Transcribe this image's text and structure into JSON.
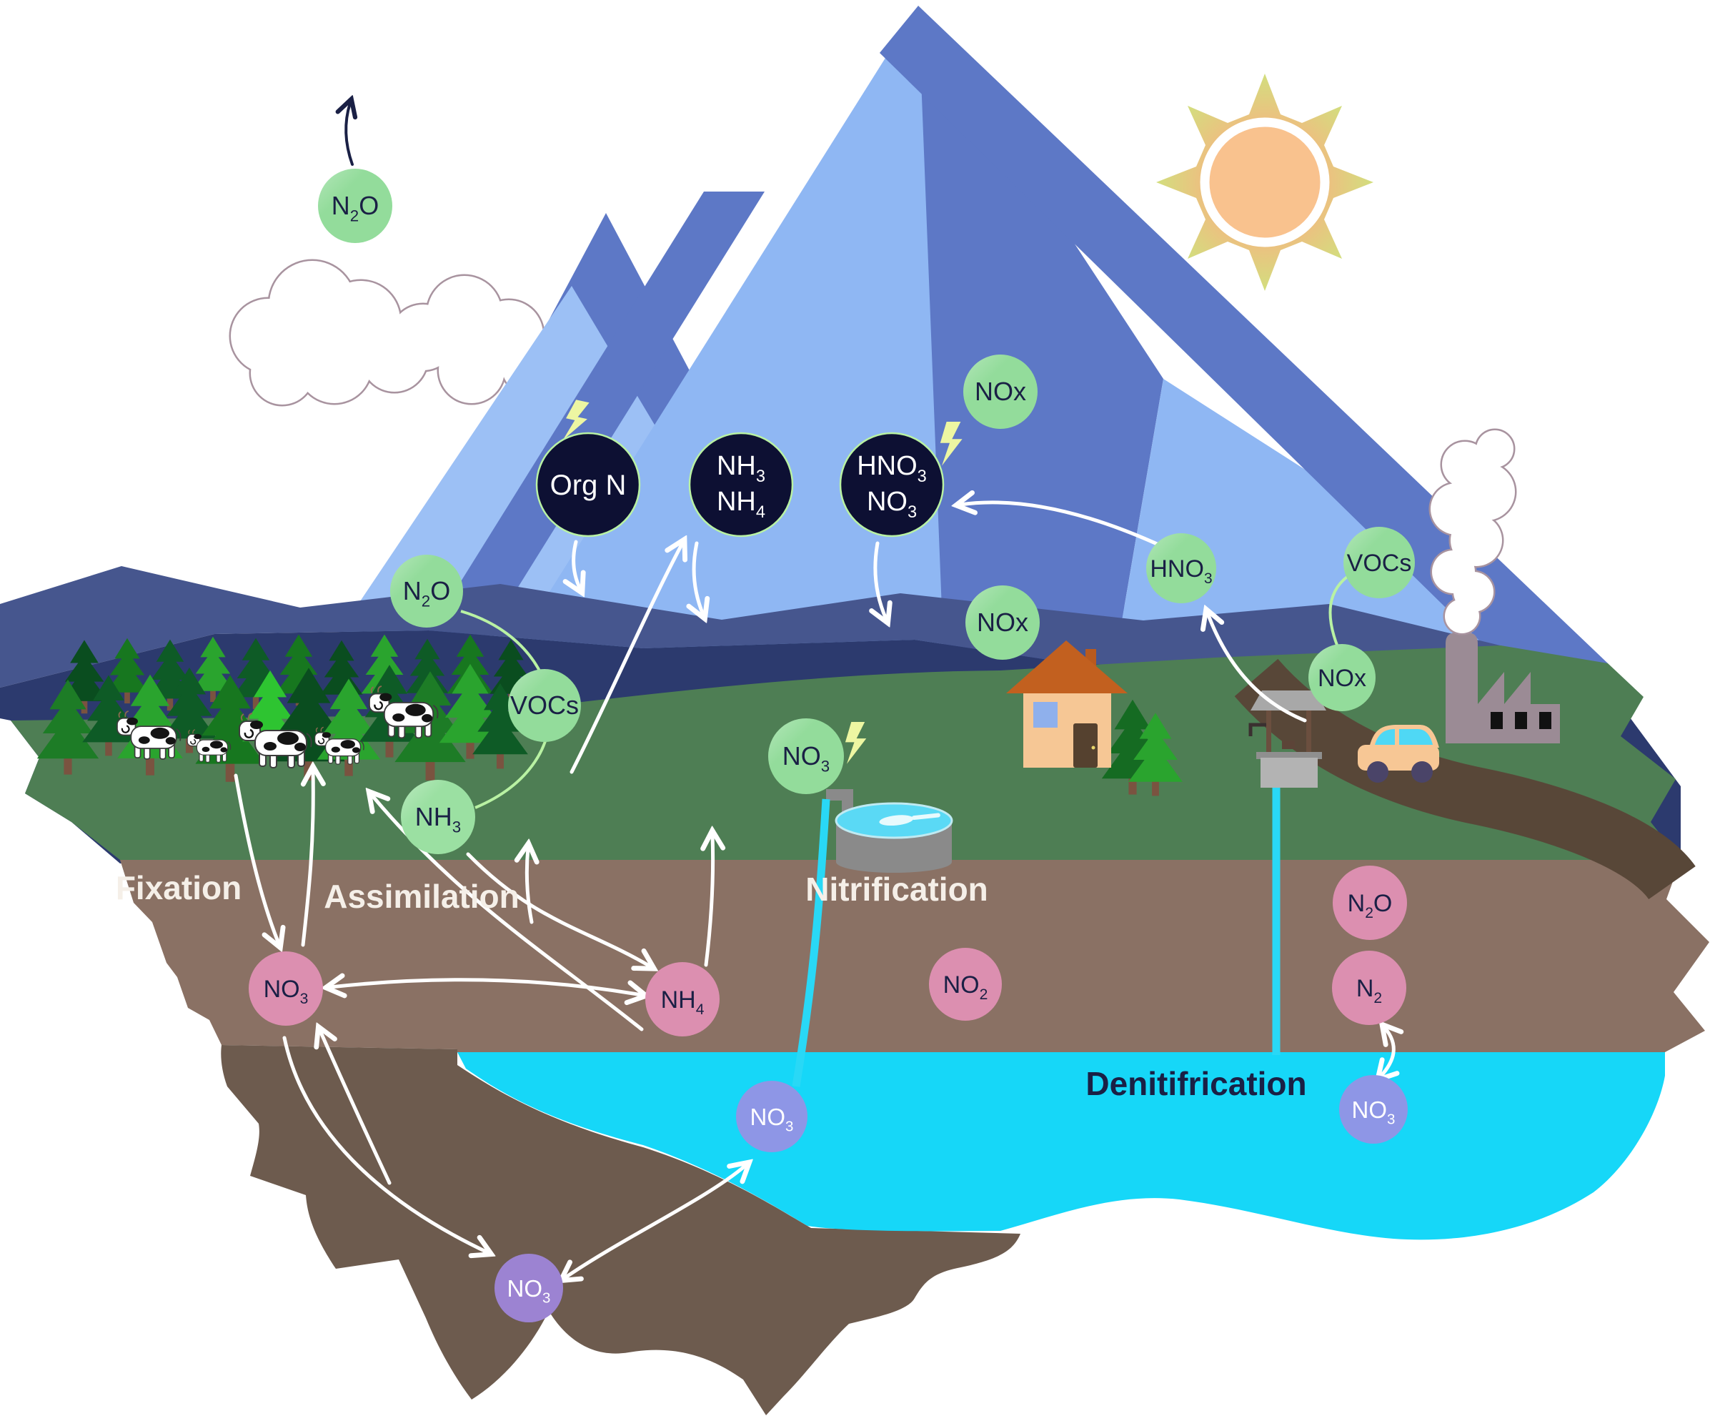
{
  "figure": {
    "kind": "nitrogen-cycle-landscape-diagram",
    "process_labels": {
      "fixation": "Fixation",
      "assimilation": "Assimilation",
      "nitrification": "Nitrification",
      "denitrification": "Denitifrication"
    },
    "nodes": {
      "n2o_sky": "N2O",
      "org_n": "Org N",
      "amm_line1": "NH3",
      "amm_line2": "NH4",
      "acid_line1": "HNO3",
      "acid_line2": "NO3",
      "nox_peak": "NOx",
      "n2o_forest": "N2O",
      "vocs_forest": "VOCs",
      "nh3_forest": "NH3",
      "no3_field": "NO3",
      "nox_valley": "NOx",
      "hno3_air": "HNO3",
      "vocs_industry": "VOCs",
      "nox_road": "NOx",
      "no3_soil": "NO3",
      "nh4_soil": "NH4",
      "no2_soil": "NO2",
      "n2o_soil": "N2O",
      "n2_soil": "N2",
      "no3_groundwater": "NO3",
      "no3_groundwater_right": "NO3",
      "no3_deep_soil": "NO3"
    },
    "colors": {
      "node_green": "#93dc9b",
      "node_dark_navy": "#0d1033",
      "node_pink": "#dc8fb0",
      "node_periwinkle": "#8e96e6",
      "node_purple": "#9c83d2",
      "groundwater_cyan": "#16d7f8",
      "topsoil_brown": "#8a7164",
      "subsoil_brown": "#6d5b4e",
      "grass_green": "#4e7e54",
      "sky_blue": "#8fb7f3",
      "mountain_navy": "#2c3a6e",
      "label_navy": "#1a2045",
      "label_white": "#ffffff"
    }
  }
}
